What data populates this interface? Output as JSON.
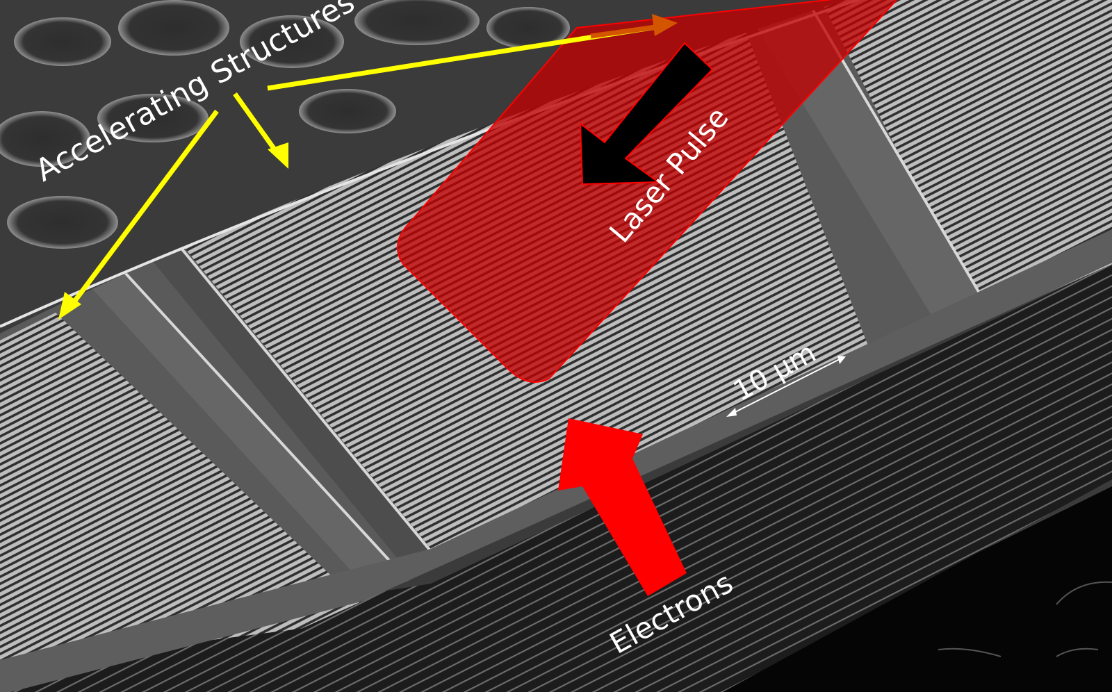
{
  "figure": {
    "type": "SEM micrograph with annotations",
    "subject": "Dielectric laser accelerator grating structures"
  },
  "annotations": {
    "accelerating_structures": {
      "text": "Accelerating Structures",
      "color": "#ffff00",
      "arrow_count": 3
    },
    "laser_pulse": {
      "text": "Laser Pulse",
      "overlay_color": "#c00000",
      "arrow_color": "#000000",
      "outline_color": "#ff0000"
    },
    "electrons": {
      "text": "Electrons",
      "arrow_color": "#ff0000"
    },
    "scale_bar": {
      "text": "10 µm",
      "color": "#ffffff"
    }
  },
  "colors": {
    "substrate": "#3c3c3c",
    "grating_light": "#bdbdbd",
    "grating_dark": "#3a3a3a",
    "rail": "#6a6a6a",
    "side_wall": "#1e1e1e",
    "shadow": "#050505"
  }
}
